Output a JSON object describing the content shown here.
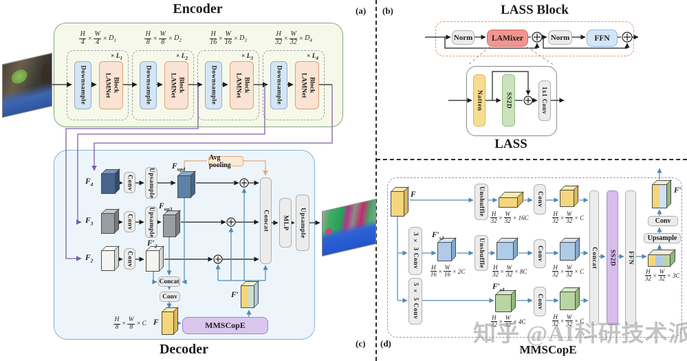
{
  "panel_labels": {
    "a": "(a)",
    "b": "(b)",
    "c": "(c)",
    "d": "(d)"
  },
  "sym": {
    "h": "H",
    "w": "W",
    "times": "×"
  },
  "watermark": "知乎 @AI科研技术派",
  "colors": {
    "encoder_bg": "#f6f9e9",
    "encoder_border": "#86a87e",
    "decoder_bg": "#edf5fb",
    "decoder_border": "#87b0d1",
    "downsample_fill": "#d4e5f4",
    "lamnet_fill": "#fae3d2",
    "lamixer_fill": "#f2958e",
    "ffn_fill": "#d3e6f7",
    "natten_fill": "#f8dd90",
    "ss2d_green": "#cbe3bd",
    "ss2d_purple": "#d7bdec",
    "mmscope_fill": "#d9c7ee",
    "arrow_blue": "#4d8ab5",
    "line_purple": "#7b5fa8",
    "arrow_orange": "#e8a878"
  },
  "encoder": {
    "title": "Encoder",
    "stages": [
      {
        "hd": "4",
        "wd": "4",
        "suffix": "D",
        "sub": "1",
        "mult": "× L",
        "mult_sub": "1",
        "downsample": "Downsample",
        "block1": "LAMNet",
        "block2": "Block"
      },
      {
        "hd": "8",
        "wd": "8",
        "suffix": "D",
        "sub": "2",
        "mult": "× L",
        "mult_sub": "2",
        "downsample": "Downsample",
        "block1": "LAMNet",
        "block2": "Block"
      },
      {
        "hd": "16",
        "wd": "16",
        "suffix": "D",
        "sub": "3",
        "mult": "× L",
        "mult_sub": "3",
        "downsample": "Downsample",
        "block1": "LAMNet",
        "block2": "Block"
      },
      {
        "hd": "32",
        "wd": "32",
        "suffix": "D",
        "sub": "4",
        "mult": "× L",
        "mult_sub": "4",
        "downsample": "Downsample",
        "block1": "LAMNet",
        "block2": "Block"
      }
    ]
  },
  "decoder": {
    "title": "Decoder",
    "avg_pooling": "Avg pooling",
    "conv": "Conv",
    "upsample": "Upsample",
    "f4": {
      "base": "F",
      "sub": "4"
    },
    "f3": {
      "base": "F",
      "sub": "3"
    },
    "f2": {
      "base": "F",
      "sub": "2"
    },
    "fup4": {
      "base": "F",
      "sub": "up4"
    },
    "fup3": {
      "base": "F",
      "sub": "up3"
    },
    "f2p": {
      "base": "F′",
      "sub": "2"
    },
    "concat_v": "Concat",
    "mlp": "MLP",
    "upsample_out": "Upsample",
    "concat_h": "Concat",
    "conv_h": "Conv",
    "f_dim": {
      "hd": "8",
      "wd": "8",
      "suffix": "C"
    },
    "f_label": "F",
    "fprime_label": "F′",
    "mmscope": "MMSCopE"
  },
  "lass": {
    "block_title": "LASS Block",
    "norm1": "Norm",
    "lamixer": "LAMixer",
    "norm2": "Norm",
    "ffn": "FFN",
    "title": "LASS",
    "natten": "Natten",
    "ss2d": "SS2D",
    "conv1x1": "1x1 Conv"
  },
  "mms": {
    "title": "MMSCopE",
    "f_label": "F",
    "unshuffle1": "Unshuffle",
    "unshuffle2": "Unshuffle",
    "conv3x3": "3 × 3 Conv",
    "conv5x5": "5 × 5 Conv",
    "conv1": "Conv",
    "conv2": "Conv",
    "conv3": "Conv",
    "fs2": {
      "base": "F′",
      "sub": "s2"
    },
    "fs4": {
      "base": "F′",
      "sub": "s4"
    },
    "concat": "Concat",
    "ss2d": "SS2D",
    "ffn": "FFN",
    "upsample": "Upsample",
    "conv_out": "Conv",
    "fprime": "F′",
    "dims": {
      "big16c": {
        "hd": "32",
        "wd": "32",
        "suffix": "16C"
      },
      "fs2": {
        "hd": "16",
        "wd": "16",
        "suffix": "2C"
      },
      "blue8c": {
        "hd": "32",
        "wd": "32",
        "suffix": "8C"
      },
      "fs4": {
        "hd": "32",
        "wd": "32",
        "suffix": "4C"
      },
      "small1": {
        "hd": "32",
        "wd": "32",
        "suffix": "C"
      },
      "small2": {
        "hd": "32",
        "wd": "32",
        "suffix": "C"
      },
      "small3": {
        "hd": "32",
        "wd": "32",
        "suffix": "C"
      },
      "out3c": {
        "hd": "32",
        "wd": "32",
        "suffix": "3C"
      }
    }
  }
}
